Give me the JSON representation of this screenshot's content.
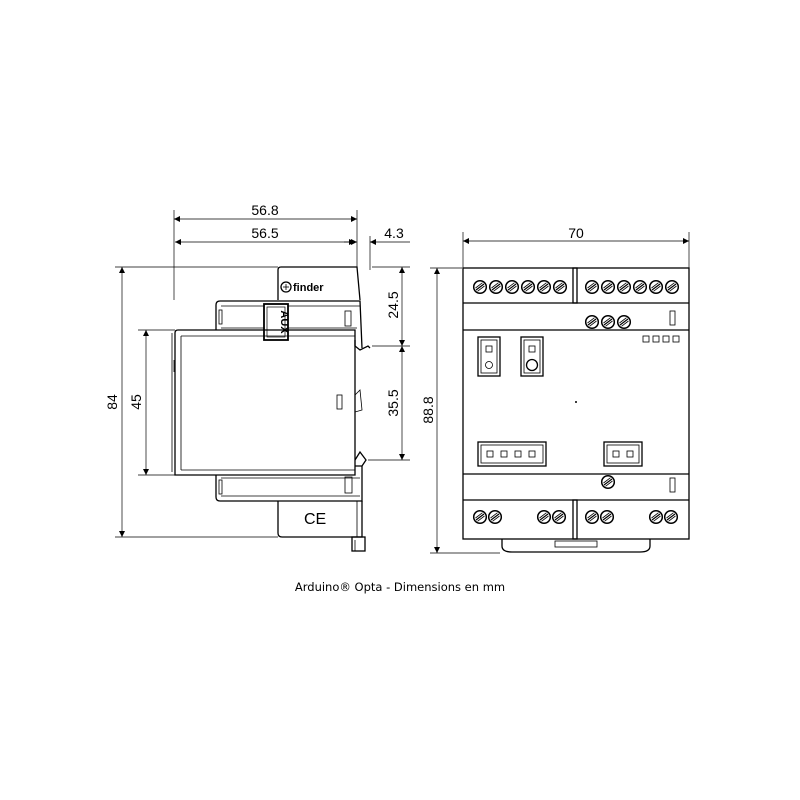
{
  "caption": "Arduino® Opta - Dimensions en mm",
  "side_view": {
    "dimensions": {
      "overall_depth": "56.8",
      "body_depth": "56.5",
      "rail_offset": "4.3",
      "overall_height": "84",
      "front_height": "45",
      "top_to_rail": "24.5",
      "rail_height": "35.5"
    },
    "labels": {
      "aux": "AUX",
      "brand": "finder",
      "ce_mark": "CE"
    }
  },
  "front_view": {
    "dimensions": {
      "width": "70",
      "height": "88.8"
    },
    "top_terminals_left": 6,
    "top_terminals_right": 6,
    "middle_terminals": 3,
    "led_indicators": 4,
    "bottom_terminals": [
      2,
      2,
      2,
      2
    ]
  },
  "colors": {
    "line": "#000000",
    "background": "#ffffff"
  }
}
